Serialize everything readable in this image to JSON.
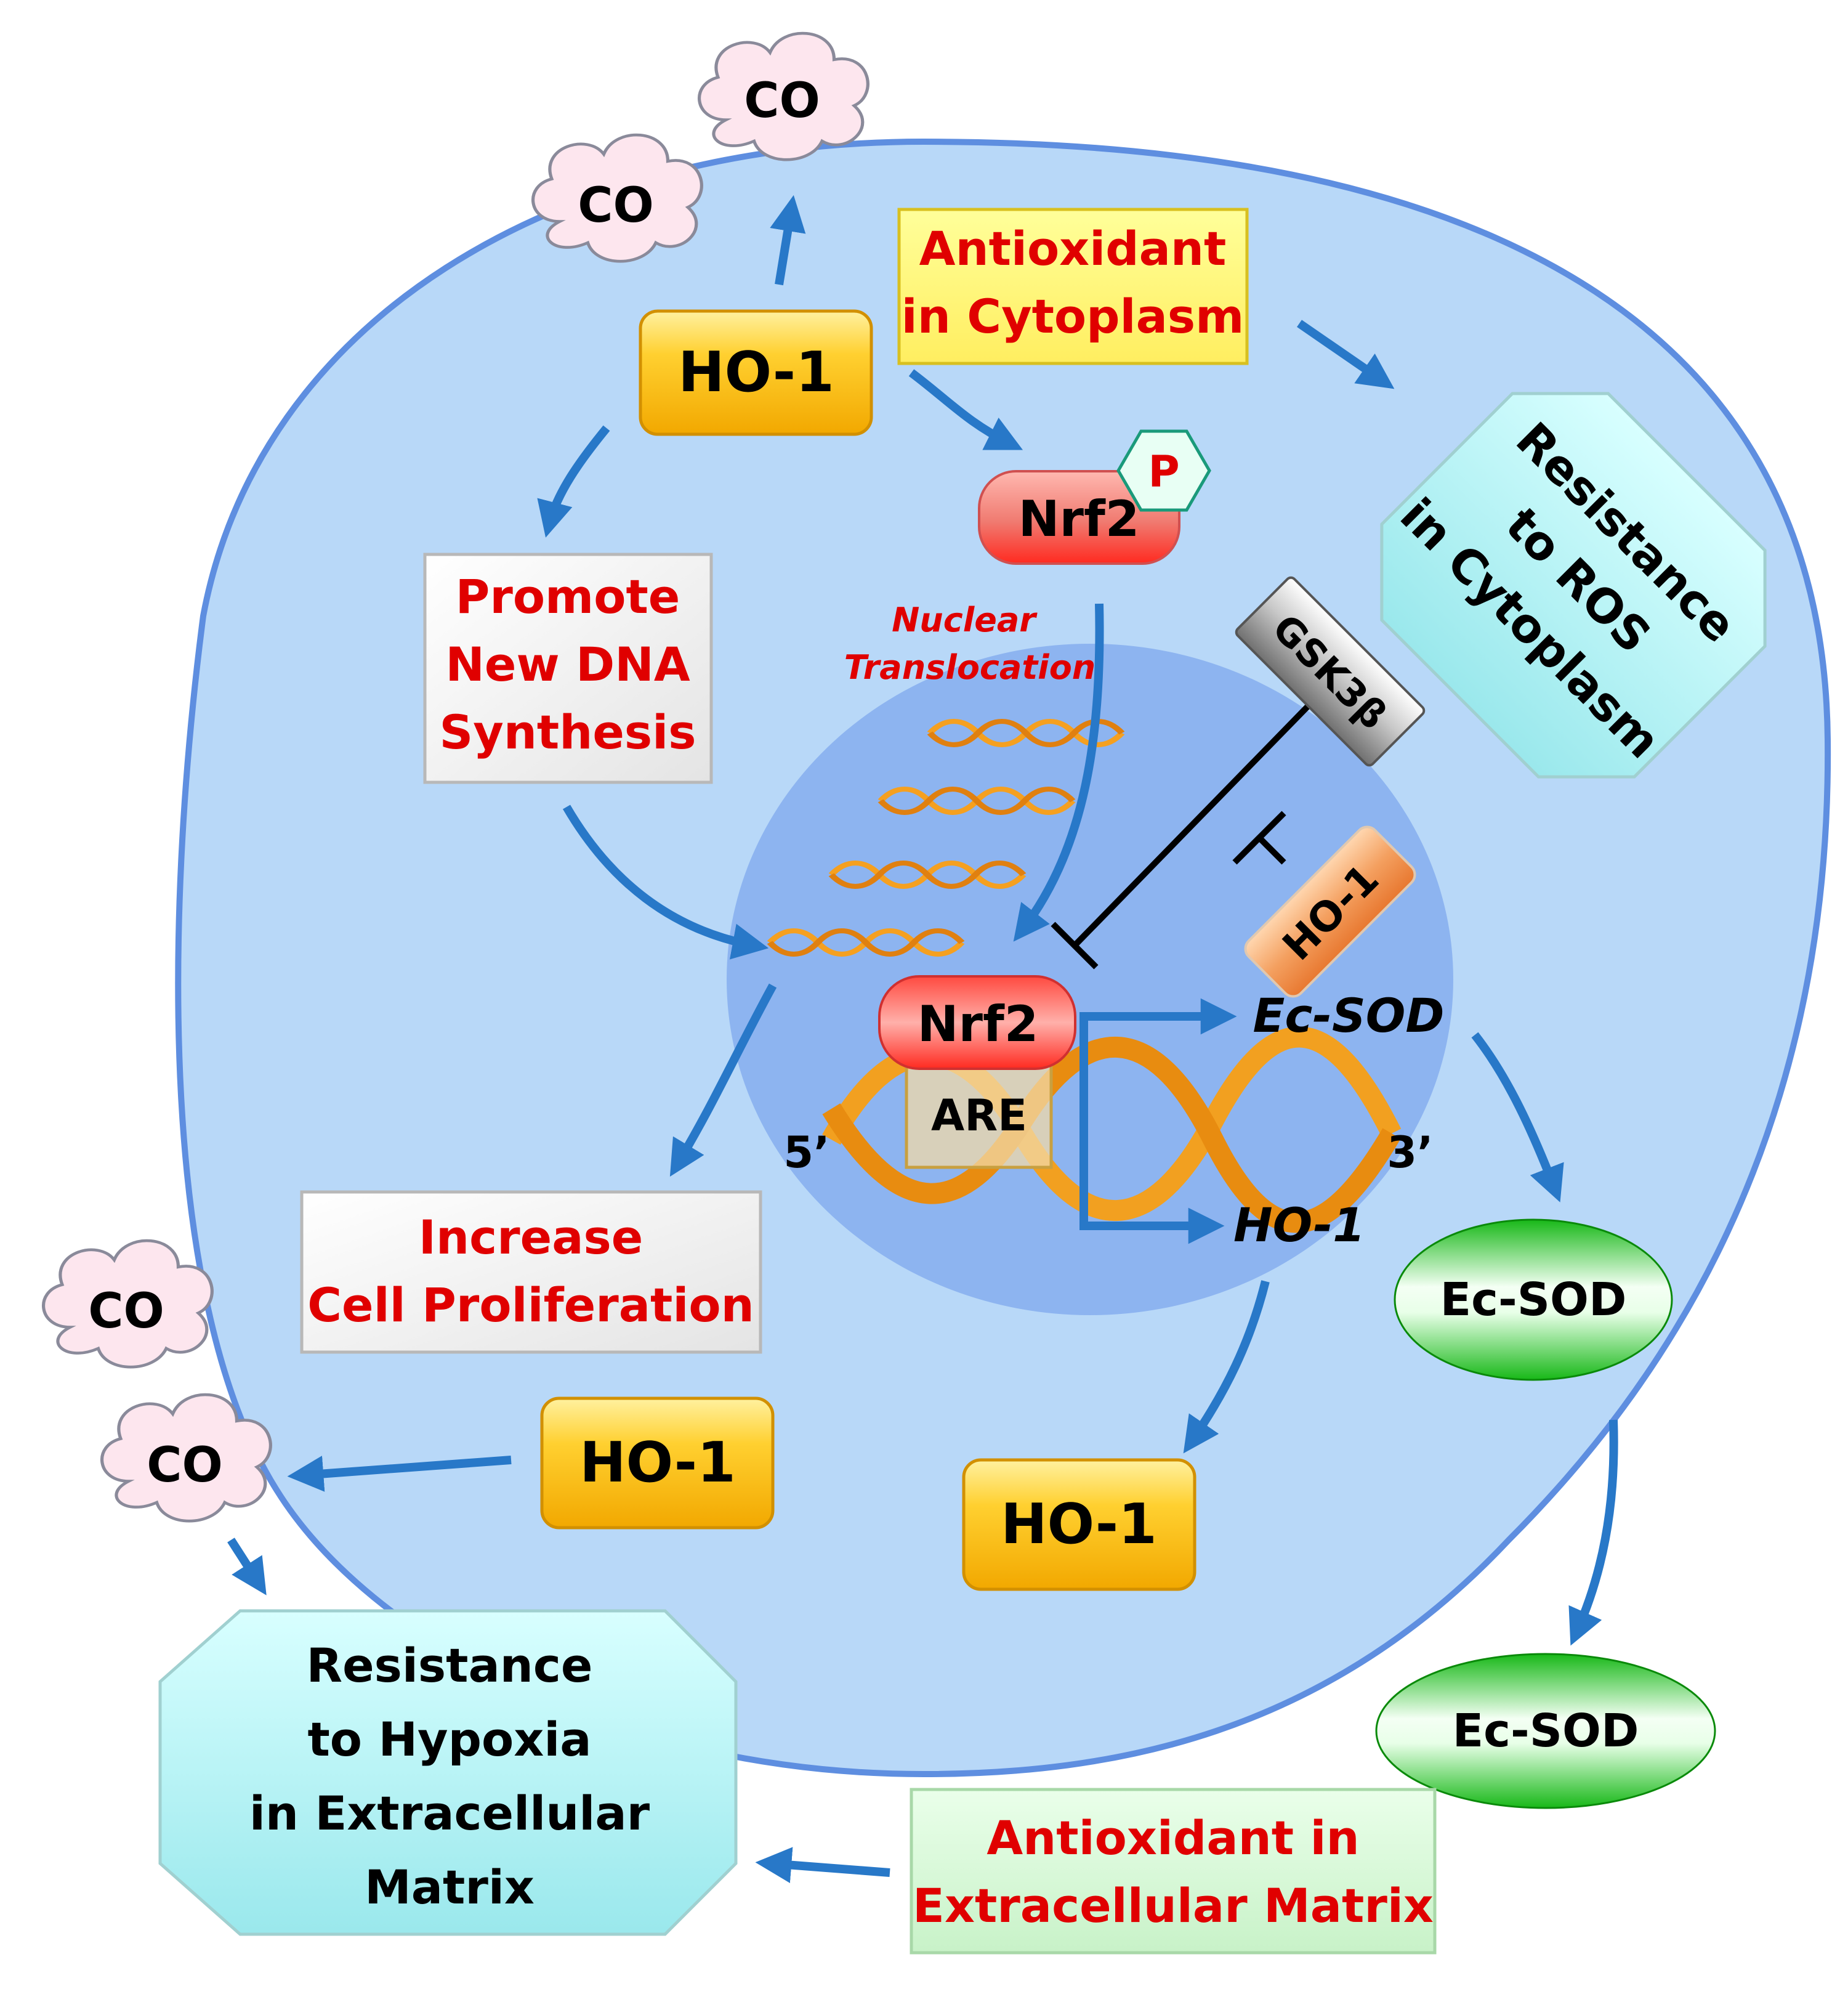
{
  "colors": {
    "cell_fill": "#b8d8f8",
    "cell_stroke": "#5e8ee0",
    "nucleus_fill": "#8db4f0",
    "arrow": "#2878c8",
    "red_text": "#e00000",
    "ho1_gold": "#f5b400",
    "nrf2_red": "#f07870",
    "ecsod_green": "#22c022",
    "resistance_cyan": "#a8f0f0",
    "antioxidant_yellow": "#ffff88",
    "ecm_green": "#d8f8d8",
    "cloud_pink": "#fde6ee",
    "dna_orange": "#f0a020"
  },
  "clouds": {
    "co_top_right": "CO",
    "co_top_left": "CO",
    "co_bottom_upper": "CO",
    "co_bottom_lower": "CO"
  },
  "boxes": {
    "antioxidant_cytoplasm": [
      "Antioxidant",
      "in Cytoplasm"
    ],
    "resistance_ros": [
      "Resistance",
      "to ROS",
      "in Cytoplasm"
    ],
    "promote_dna": [
      "Promote",
      "New DNA",
      "Synthesis"
    ],
    "increase_proliferation": [
      "Increase",
      "Cell Proliferation"
    ],
    "resistance_hypoxia": [
      "Resistance",
      "to Hypoxia",
      "in Extracellular",
      "Matrix"
    ],
    "antioxidant_ecm": [
      "Antioxidant in",
      "Extracellular Matrix"
    ]
  },
  "proteins": {
    "ho1_top": "HO-1",
    "ho1_left": "HO-1",
    "ho1_bottom": "HO-1",
    "ho1_nucleus": "HO-1",
    "nrf2_cytoplasm": "Nrf2",
    "phospho": "P",
    "nrf2_nucleus": "Nrf2",
    "gsk3b": "GSK3β",
    "are": "ARE",
    "ecsod_inner": "Ec-SOD",
    "ecsod_outer": "Ec-SOD"
  },
  "labels": {
    "nuclear_translocation": [
      "Nuclear",
      "Translocation"
    ],
    "five_prime": "5’",
    "three_prime": "3’",
    "gene_ecsod": "Ec-SOD",
    "gene_ho1": "HO-1"
  }
}
